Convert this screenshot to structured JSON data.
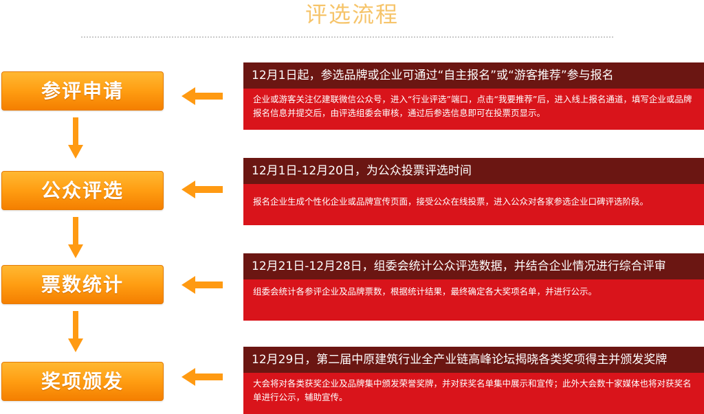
{
  "title": "评选流程",
  "steps": [
    {
      "label": "参评申请",
      "heading": "12月1日起，参选品牌或企业可通过“自主报名”或“游客推荐”参与报名",
      "body": "企业或游客关注亿建联微信公众号，进入“行业评选”端口，点击“我要推荐”后，进入线上报名通道，填写企业或品牌报名信息并提交后，由评选组委会审核，通过后参选信息即可在投票页显示。"
    },
    {
      "label": "公众评选",
      "heading": "12月1日-12月20日，为公众投票评选时间",
      "body": "报名企业生成个性化企业或品牌宣传页面，接受公众在线投票，进入公众对各家参选企业口碑评选阶段。"
    },
    {
      "label": "票数统计",
      "heading": "12月21日-12月28日，组委会统计公众评选数据，并结合企业情况进行综合评审",
      "body": "组委会统计各参评企业及品牌票数，根据统计结果，最终确定各大奖项名单，并进行公示。"
    },
    {
      "label": "奖项颁发",
      "heading": "12月29日，第二届中原建筑行业全产业链高峰论坛揭晓各类奖项得主并颁发奖牌",
      "body": "大会将对各类获奖企业及品牌集中颁发荣誉奖牌，并对获奖名单集中展示和宣传；此外大会数十家媒体也将对获奖名单进行公示，辅助宣传。"
    }
  ],
  "colors": {
    "title": "#f6c46a",
    "button": "#ff9d12",
    "arrow": "#ff9a12",
    "panel_head": "#6b1612",
    "panel_body": "#d9141b"
  }
}
